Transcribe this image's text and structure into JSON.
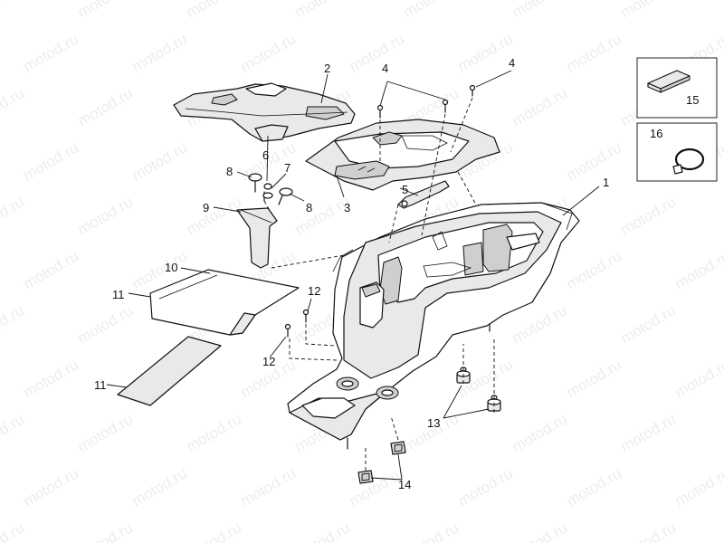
{
  "watermark": "motod.ru",
  "callouts": {
    "c1": "1",
    "c2": "2",
    "c3": "3",
    "c4a": "4",
    "c4b": "4",
    "c5": "5",
    "c6": "6",
    "c7": "7",
    "c8a": "8",
    "c8b": "8",
    "c9": "9",
    "c10": "10",
    "c11a": "11",
    "c11b": "11",
    "c12a": "12",
    "c12b": "12",
    "c13": "13",
    "c14": "14",
    "c15": "15",
    "c16": "16"
  }
}
